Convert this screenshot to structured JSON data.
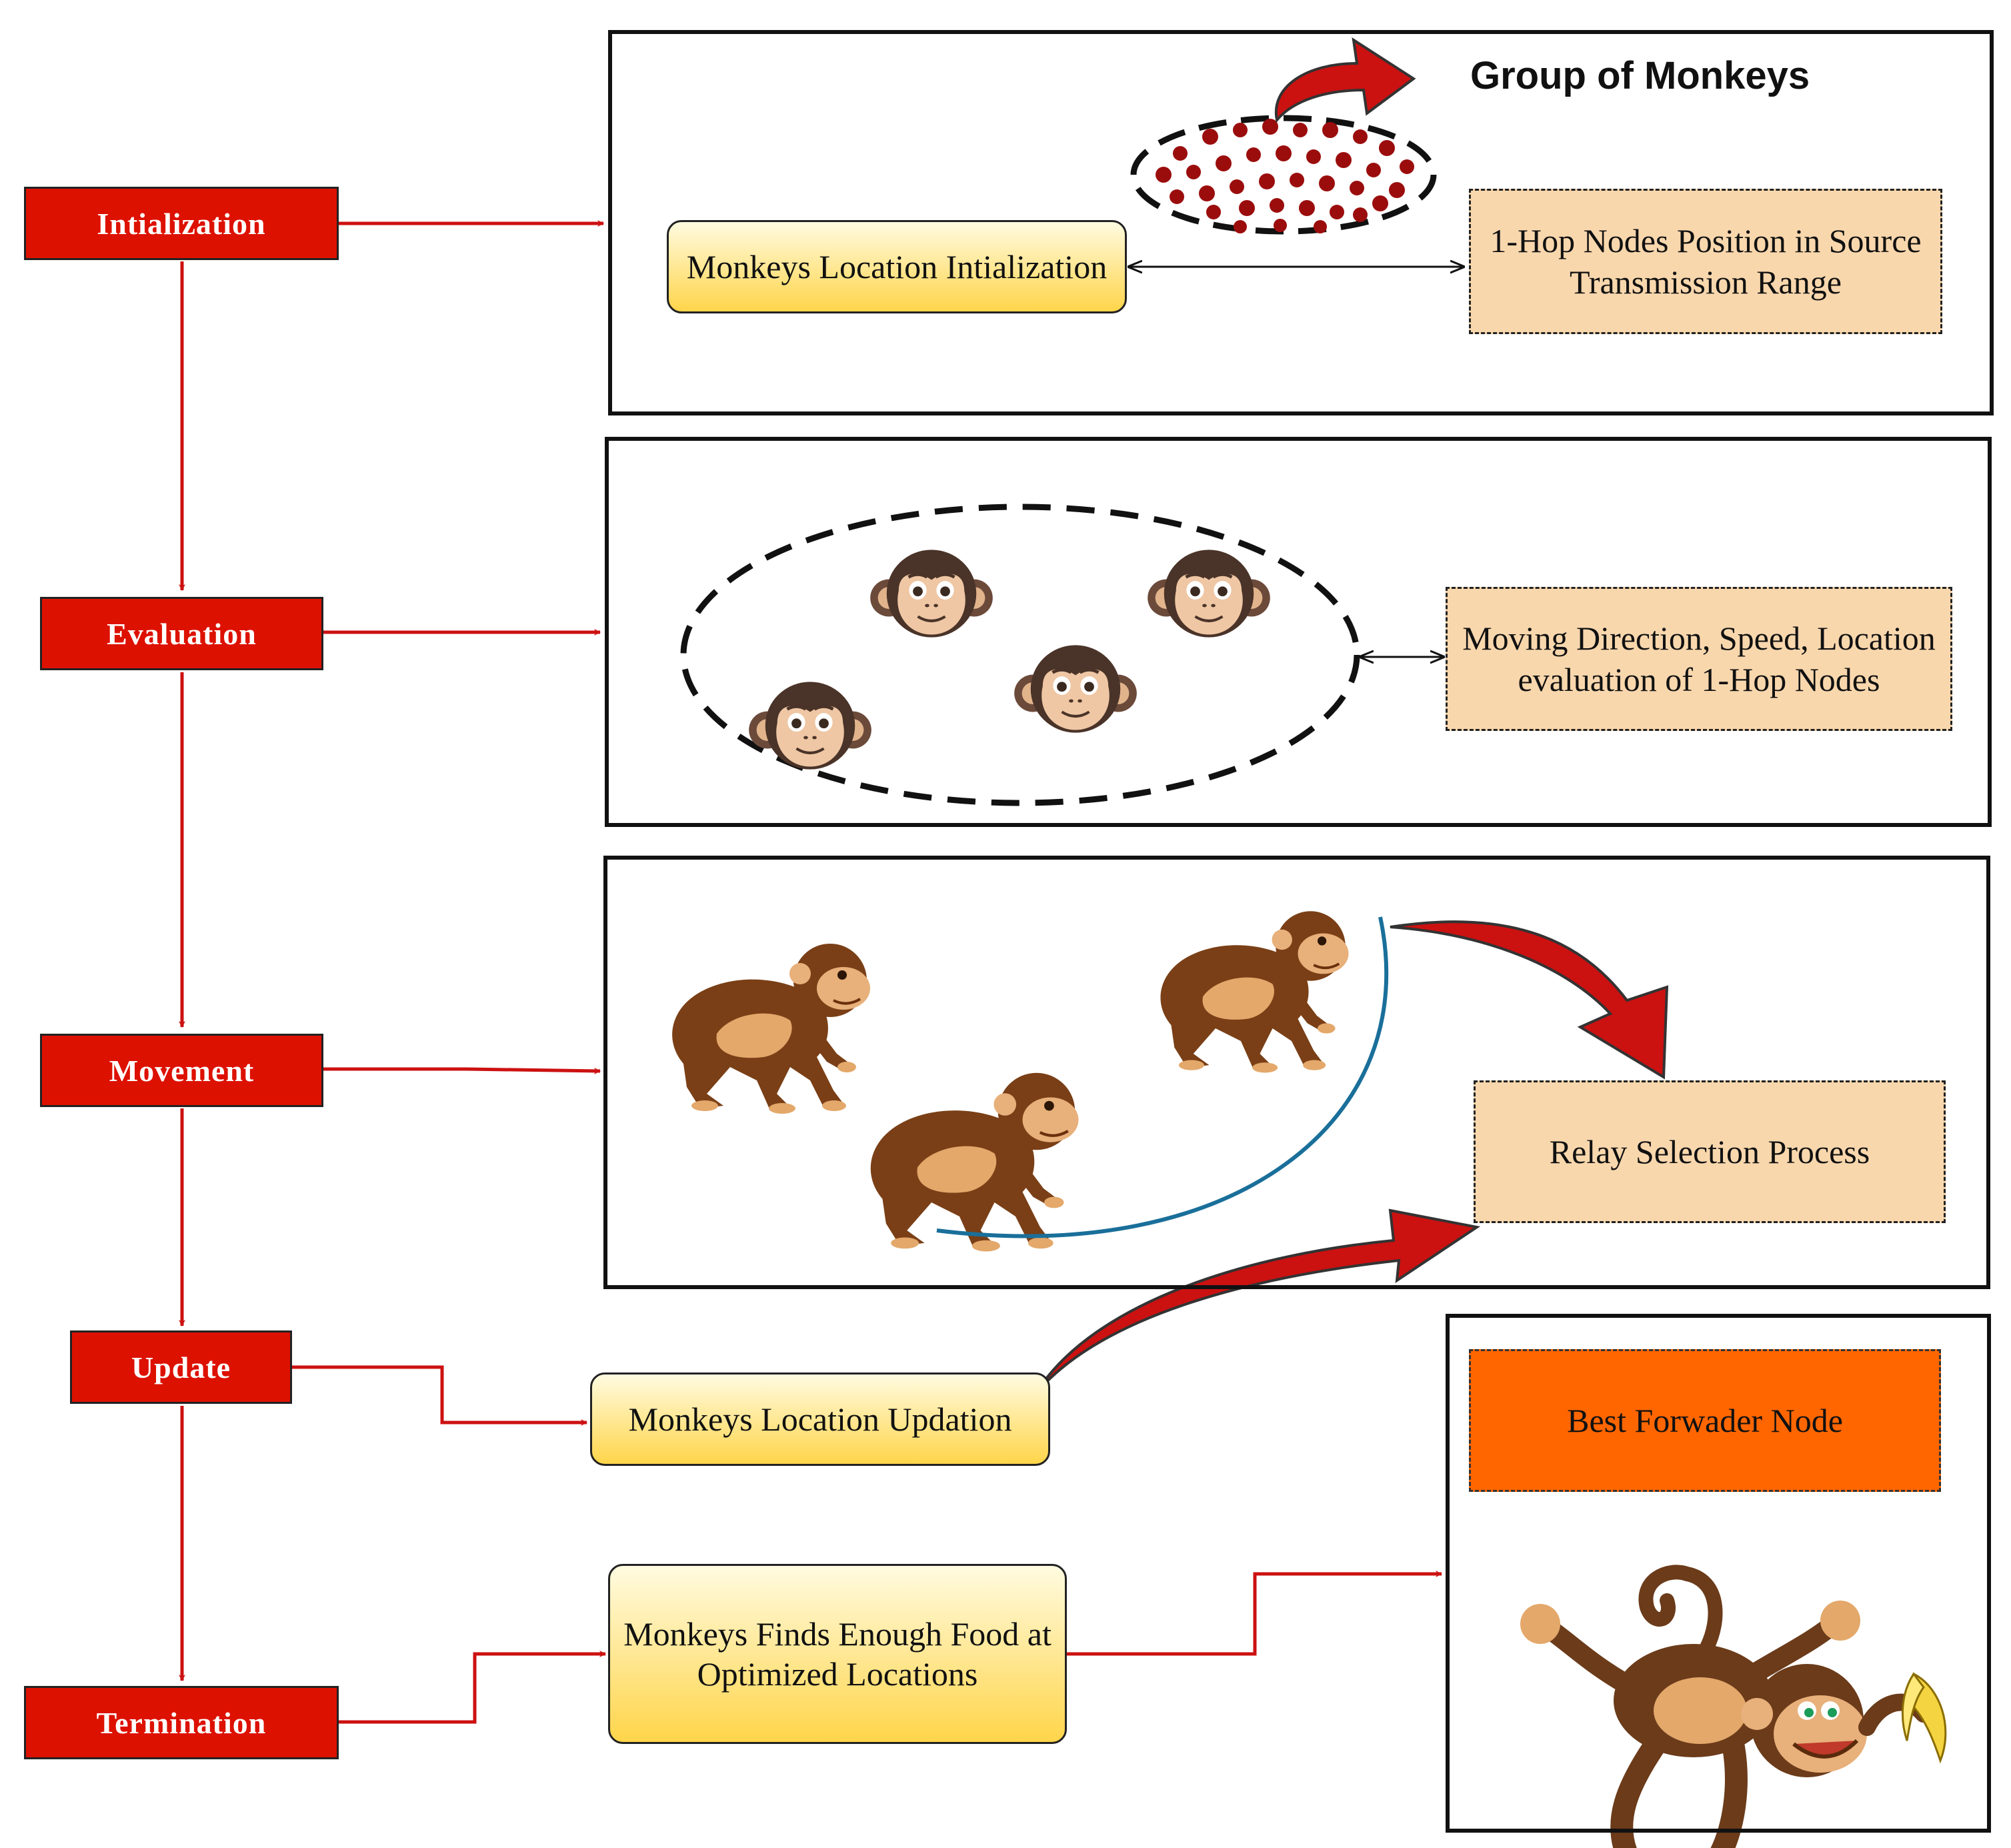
{
  "stages": {
    "init": "Intialization",
    "eval": "Evaluation",
    "move": "Movement",
    "update": "Update",
    "term": "Termination"
  },
  "init_panel": {
    "group_title": "Group of Monkeys",
    "location_box": "Monkeys Location Intialization",
    "hop_box": "1-Hop Nodes Position in Source Transmission Range"
  },
  "eval_panel": {
    "desc_box": "Moving Direction, Speed, Location evaluation of 1-Hop Nodes"
  },
  "move_panel": {
    "relay_box": "Relay Selection Process"
  },
  "update_box": "Monkeys Location Updation",
  "term_box": "Monkeys Finds Enough Food at Optimized Locations",
  "final_panel": {
    "best_box": "Best Forwader Node"
  },
  "colors": {
    "stage_red": "#dd1100",
    "arrow_red": "#cc1111",
    "yellow_top": "#fffbe0",
    "yellow_bottom": "#ffd54a",
    "peach": "#f9d7ad",
    "orange": "#ff6600",
    "arc_blue": "#1a6f9a",
    "monkey_brown": "#6b3b1a"
  },
  "icons": [
    "monkey-face-icon",
    "walking-monkey-icon",
    "hanging-monkey-icon",
    "banana-icon",
    "curved-red-arrow"
  ]
}
